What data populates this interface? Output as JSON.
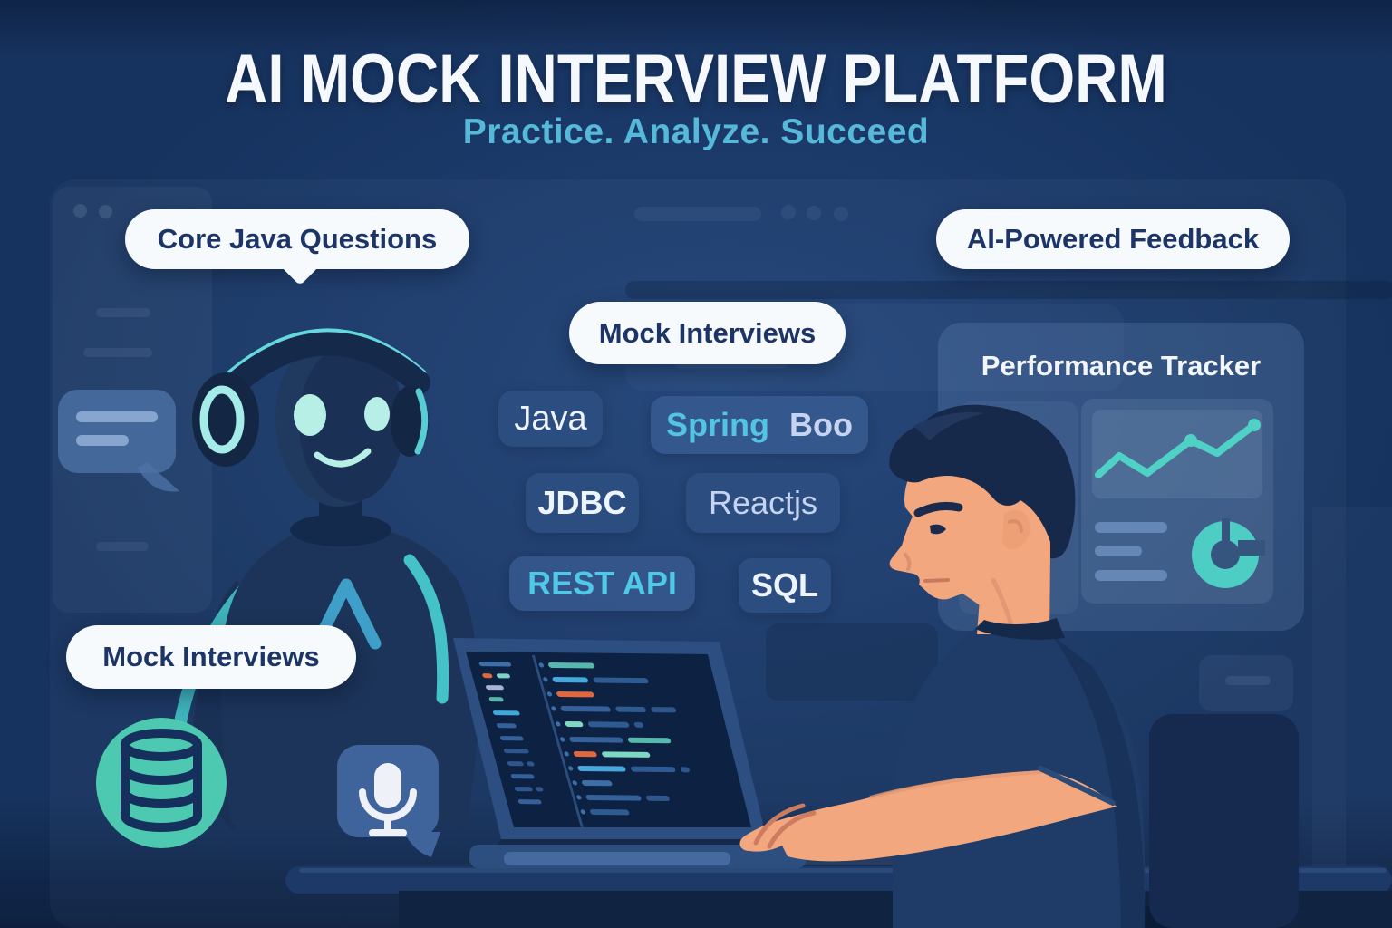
{
  "header": {
    "title": "AI MOCK INTERVIEW PLATFORM",
    "subtitle": "Practice. Analyze. Succeed"
  },
  "callouts": {
    "core_java": "Core Java Questions",
    "mock_interviews_center": "Mock Interviews",
    "ai_feedback": "AI-Powered Feedback",
    "mock_interviews_bottom": "Mock Interviews"
  },
  "tags": {
    "java": "Java",
    "spring": "Spring",
    "boot_partial": "Boo",
    "jdbc": "JDBC",
    "reactjs": "Reactjs",
    "rest_api": "REST API",
    "sql": "SQL"
  },
  "tracker": {
    "title": "Performance Tracker"
  },
  "icons": {
    "robot": "robot-assistant-icon",
    "database": "database-icon",
    "microphone": "microphone-icon",
    "chat_bubble": "chat-bubble-icon",
    "line_chart": "line-chart-icon",
    "donut_chart": "donut-chart-icon",
    "laptop": "laptop-code-icon"
  },
  "colors": {
    "background": "#16325e",
    "accent_teal": "#4ecdc4",
    "accent_cyan": "#55c3e2",
    "pill_bg": "#f7fafd",
    "pill_text": "#1c3566",
    "tag_bg": "#2b4d80",
    "tag_text_light": "#eef4fb",
    "tag_text_lavender": "#c6d4f2",
    "subtitle": "#57b9da",
    "skin": "#f3a77f",
    "shirt": "#1f3c69"
  }
}
